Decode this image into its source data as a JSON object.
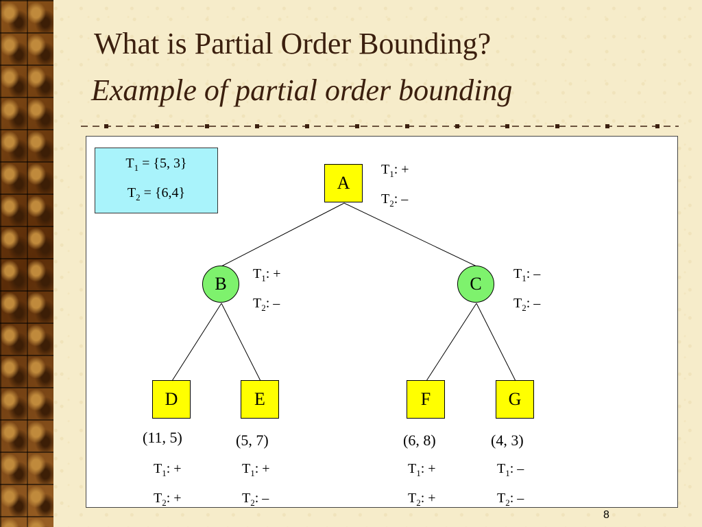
{
  "slide": {
    "title": "What is Partial Order Bounding?",
    "subtitle": "Example of partial order bounding",
    "page_number": "8"
  },
  "sets": [
    {
      "name": "T",
      "sub": "1",
      "value": " = {5, 3}"
    },
    {
      "name": "T",
      "sub": "2",
      "value": " = {6,4}"
    }
  ],
  "nodes": [
    {
      "id": "A",
      "label": "A",
      "shape": "square",
      "t1": ": +",
      "t2": ": –"
    },
    {
      "id": "B",
      "label": "B",
      "shape": "circle",
      "t1": ": +",
      "t2": ": –"
    },
    {
      "id": "C",
      "label": "C",
      "shape": "circle",
      "t1": ": –",
      "t2": ": –"
    },
    {
      "id": "D",
      "label": "D",
      "shape": "square",
      "values": "(11, 5)",
      "t1": ": +",
      "t2": ": +"
    },
    {
      "id": "E",
      "label": "E",
      "shape": "square",
      "values": "(5, 7)",
      "t1": ": +",
      "t2": ": –"
    },
    {
      "id": "F",
      "label": "F",
      "shape": "square",
      "values": "(6, 8)",
      "t1": ": +",
      "t2": ": +"
    },
    {
      "id": "G",
      "label": "G",
      "shape": "square",
      "values": "(4, 3)",
      "t1": ": –",
      "t2": ": –"
    }
  ],
  "edges": [
    {
      "from": "A",
      "to": "B"
    },
    {
      "from": "A",
      "to": "C"
    },
    {
      "from": "B",
      "to": "D"
    },
    {
      "from": "B",
      "to": "E"
    },
    {
      "from": "C",
      "to": "F"
    },
    {
      "from": "C",
      "to": "G"
    }
  ],
  "t_symbol": "T",
  "t1_sub": "1",
  "t2_sub": "2"
}
